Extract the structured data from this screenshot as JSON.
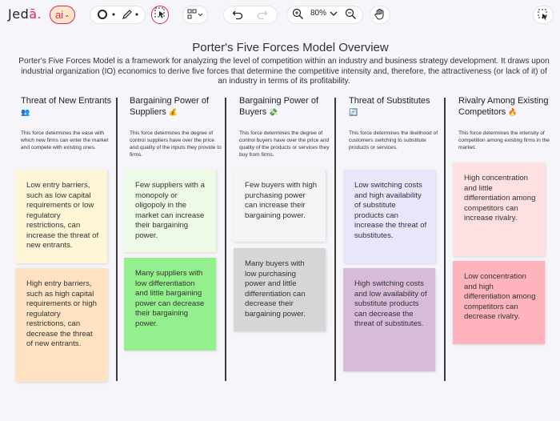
{
  "app": {
    "logo_main": "Jed",
    "logo_accent": "ā.",
    "ai_label": "ai",
    "ai_caret": "⌄",
    "zoom": "80%"
  },
  "toolbar_icons": [
    "circle-tool-icon",
    "pen-tool-icon",
    "select-tool-icon",
    "layout-icon",
    "undo-icon",
    "redo-icon",
    "zoom-in-icon",
    "zoom-out-icon",
    "hand-icon",
    "screenshot-icon"
  ],
  "colors": {
    "brand_accent": "#e0245e",
    "yellow_light": "#fff6d8",
    "orange_light": "#ffe2c2",
    "green_light": "#edfbe6",
    "green": "#94f08c",
    "gray_light": "#f4f4f4",
    "gray": "#d6d6d6",
    "lavender": "#e8e6fb",
    "mauve": "#d7bcd9",
    "pink_light": "#ffe0e0",
    "pink": "#ffb3bd"
  },
  "page": {
    "title": "Porter's Five Forces Model Overview",
    "intro": "Porter's Five Forces Model is a framework for analyzing the level of competition within an industry and business strategy development. It draws upon industrial organization (IO) economics to derive five forces that determine the competitive intensity and, therefore, the attractiveness (or lack of it) of an industry in terms of its profitability."
  },
  "columns": [
    {
      "title": "Threat of New Entrants",
      "emoji": "👥",
      "desc": "This force determines the ease with which new firms can enter the market and compete with existing ones.",
      "notes": [
        "Low entry barriers, such as low capital requirements or low regulatory restrictions, can increase the threat of new entrants.",
        "High entry barriers, such as high capital requirements or high regulatory restrictions, can decrease the threat of new entrants."
      ]
    },
    {
      "title": "Bargaining Power of Suppliers",
      "emoji": "💰",
      "desc": "This force determines the degree of control suppliers have over the price and quality of the inputs they provide to firms.",
      "notes": [
        "Few suppliers with a monopoly or oligopoly in the market can increase their bargaining power.",
        "Many suppliers with low differentiation and little bargaining power can decrease their bargaining power."
      ]
    },
    {
      "title": "Bargaining Power of Buyers",
      "emoji": "💸",
      "desc": "This force determines the degree of control buyers have over the price and quality of the products or services they buy from firms.",
      "notes": [
        "Few buyers with high purchasing power can increase their bargaining power.",
        "Many buyers with low purchasing power and little differentiation can decrease their bargaining power."
      ]
    },
    {
      "title": "Threat of Substitutes",
      "emoji": "🔄",
      "desc": "This force determines the likelihood of customers switching to substitute products or services.",
      "notes": [
        "Low switching costs and high availability of substitute products can increase the threat of substitutes.",
        "High switching costs and low availability of substitute products can decrease the threat of substitutes."
      ]
    },
    {
      "title": "Rivalry Among Existing Competitors",
      "emoji": "🔥",
      "desc": "This force determines the intensity of competition among existing firms in the market.",
      "notes": [
        "High concentration and little differentiation among competitors can increase rivalry.",
        "Low concentration and high differentiation among competitors can decrease rivalry."
      ]
    }
  ]
}
